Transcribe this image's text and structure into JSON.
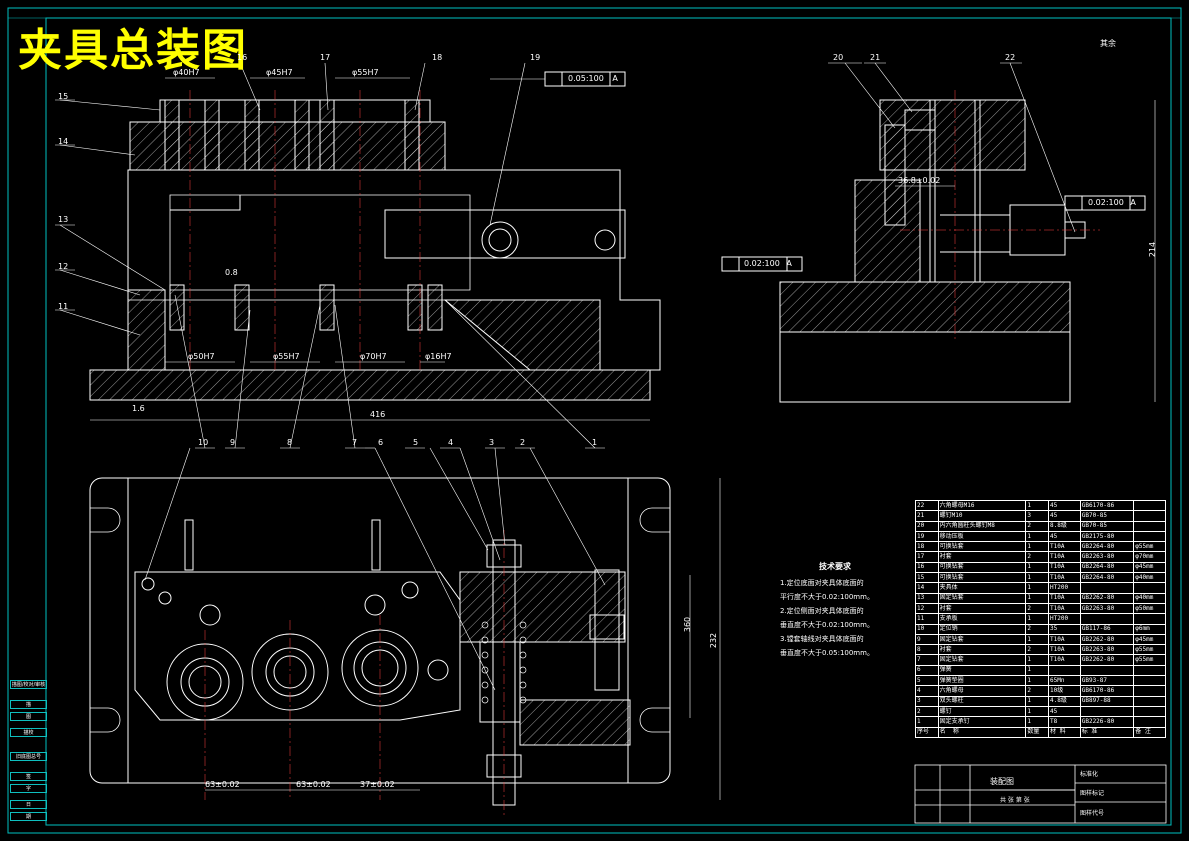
{
  "title": "夹具总装图",
  "roughness_note": "其余",
  "dimensions": {
    "d40": "φ40H7",
    "d45": "φ45H7",
    "d55": "φ55H7",
    "d50": "φ50H7",
    "d55b": "φ55H7",
    "d70": "φ70H7",
    "d16": "φ16H7",
    "overall_width": "416",
    "overall_height": "214",
    "height_360": "360",
    "height_232": "232",
    "pos_6340": "63±0.02",
    "pos_63": "63±0.02",
    "pos_37": "37±0.02",
    "offset_36": "36.8±0.02",
    "surface_1_6": "1.6",
    "surface_0_8": "0.8",
    "tol_perp_top": "0.05:100",
    "tol_perp_right": "0.02:100",
    "tol_par": "0.02:100",
    "datum_a": "A"
  },
  "balloons_top": [
    "16",
    "17",
    "18",
    "19",
    "15",
    "14",
    "13",
    "12",
    "11"
  ],
  "balloons_bottom": [
    "10",
    "9",
    "8",
    "7",
    "6",
    "5",
    "4",
    "3",
    "2",
    "1"
  ],
  "balloons_side": [
    "20",
    "21",
    "22"
  ],
  "tech_req": {
    "heading": "技术要求",
    "items": [
      "1.定位底面对夹具体底面的",
      "  平行度不大于0.02:100mm。",
      "2.定位侧面对夹具体底面的",
      "  垂直度不大于0.02:100mm。",
      "3.镗套轴线对夹具体底面的",
      "  垂直度不大于0.05:100mm。"
    ]
  },
  "bom": {
    "header": [
      "序号",
      "名",
      "称",
      "数量",
      "材",
      "料",
      "标",
      "准",
      "备",
      "注"
    ],
    "rows": [
      [
        "22",
        "六角螺母M16",
        "1",
        "45",
        "GB6170-86",
        ""
      ],
      [
        "21",
        "螺钉M10",
        "3",
        "45",
        "GB70-85",
        ""
      ],
      [
        "20",
        "内六角圆柱头螺钉M8",
        "2",
        "8.8级",
        "GB70-85",
        ""
      ],
      [
        "19",
        "移动压板",
        "1",
        "45",
        "GB2175-80",
        ""
      ],
      [
        "18",
        "可换钻套",
        "1",
        "T10A",
        "GB2264-80",
        "φ55mm"
      ],
      [
        "17",
        "衬套",
        "2",
        "T10A",
        "GB2263-80",
        "φ70mm"
      ],
      [
        "16",
        "可换钻套",
        "1",
        "T10A",
        "GB2264-80",
        "φ45mm"
      ],
      [
        "15",
        "可换钻套",
        "1",
        "T10A",
        "GB2264-80",
        "φ40mm"
      ],
      [
        "14",
        "夹具体",
        "1",
        "HT200",
        "",
        ""
      ],
      [
        "13",
        "固定钻套",
        "1",
        "T10A",
        "GB2262-80",
        "φ40mm"
      ],
      [
        "12",
        "衬套",
        "2",
        "T10A",
        "GB2263-80",
        "φ50mm"
      ],
      [
        "11",
        "支承板",
        "1",
        "HT200",
        "",
        ""
      ],
      [
        "10",
        "定位销",
        "2",
        "35",
        "GB117-86",
        "φ6mm"
      ],
      [
        "9",
        "固定钻套",
        "1",
        "T10A",
        "GB2262-80",
        "φ45mm"
      ],
      [
        "8",
        "衬套",
        "2",
        "T10A",
        "GB2263-80",
        "φ55mm"
      ],
      [
        "7",
        "固定钻套",
        "1",
        "T10A",
        "GB2262-80",
        "φ55mm"
      ],
      [
        "6",
        "弹簧",
        "1",
        "",
        "",
        ""
      ],
      [
        "5",
        "弹簧垫圈",
        "1",
        "65Mn",
        "GB93-87",
        ""
      ],
      [
        "4",
        "六角螺母",
        "2",
        "10级",
        "GB6170-86",
        ""
      ],
      [
        "3",
        "双头螺柱",
        "1",
        "4.8级",
        "GB897-88",
        ""
      ],
      [
        "2",
        "螺钉",
        "1",
        "45",
        "",
        ""
      ],
      [
        "1",
        "固定支承钉",
        "1",
        "T8",
        "GB2226-80",
        ""
      ]
    ]
  },
  "title_block": {
    "drawing_name": "装配图",
    "field_a": "标准化",
    "field_b": "图样标记",
    "field_c": "共 张 第 张",
    "field_d": "图样代号"
  },
  "side_table": [
    "描图/校对/审核",
    "描",
    "图",
    "描校",
    "旧底图总号",
    "签",
    "字",
    "日",
    "期"
  ],
  "colors": {
    "frame": "#00bfbf",
    "line": "#ffffff",
    "title": "#ffff00",
    "centerline": "#ff4040"
  }
}
